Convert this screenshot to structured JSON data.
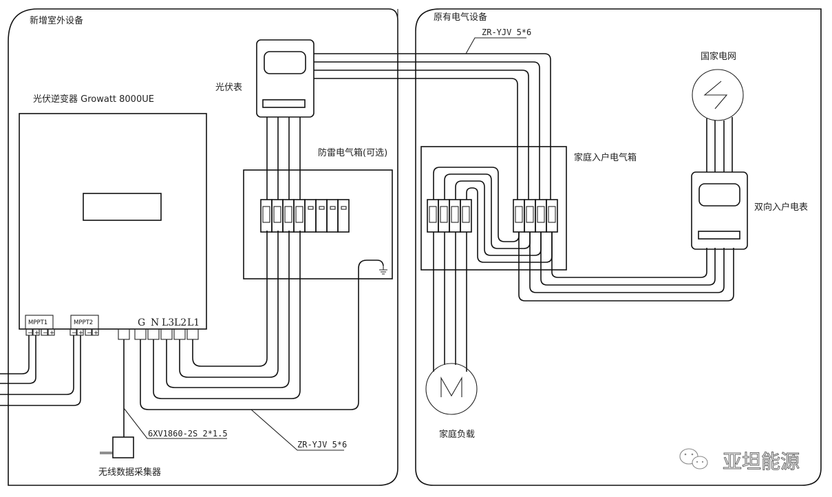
{
  "regions": {
    "outdoor": {
      "title": "新增室外设备"
    },
    "existing": {
      "title": "原有电气设备"
    }
  },
  "inverter": {
    "label": "光伏逆变器 Growatt 8000UE",
    "mppt": [
      "MPPT1",
      "MPPT2"
    ],
    "mppt_terminals": [
      "−",
      "+",
      "−",
      "+"
    ],
    "ac_terminals": [
      "G",
      "N",
      "L3",
      "L2",
      "L1"
    ]
  },
  "pv_meter": {
    "label": "光伏表"
  },
  "spd_box": {
    "label": "防雷电气箱(可选)"
  },
  "data_logger": {
    "label": "无线数据采集器"
  },
  "cables": {
    "comm": "6XV1860-2S  2*1.5",
    "inverter_ac": "ZR-YJV 5*6",
    "meter_to_home": "ZR-YJV 5*6"
  },
  "grid": {
    "label": "国家电网"
  },
  "home_box": {
    "label": "家庭入户电气箱"
  },
  "bidirectional_meter": {
    "label": "双向入户电表"
  },
  "load": {
    "label": "家庭负载",
    "symbol": "M"
  },
  "watermark": {
    "text": "亚坦能源",
    "icon": "wechat-icon"
  }
}
